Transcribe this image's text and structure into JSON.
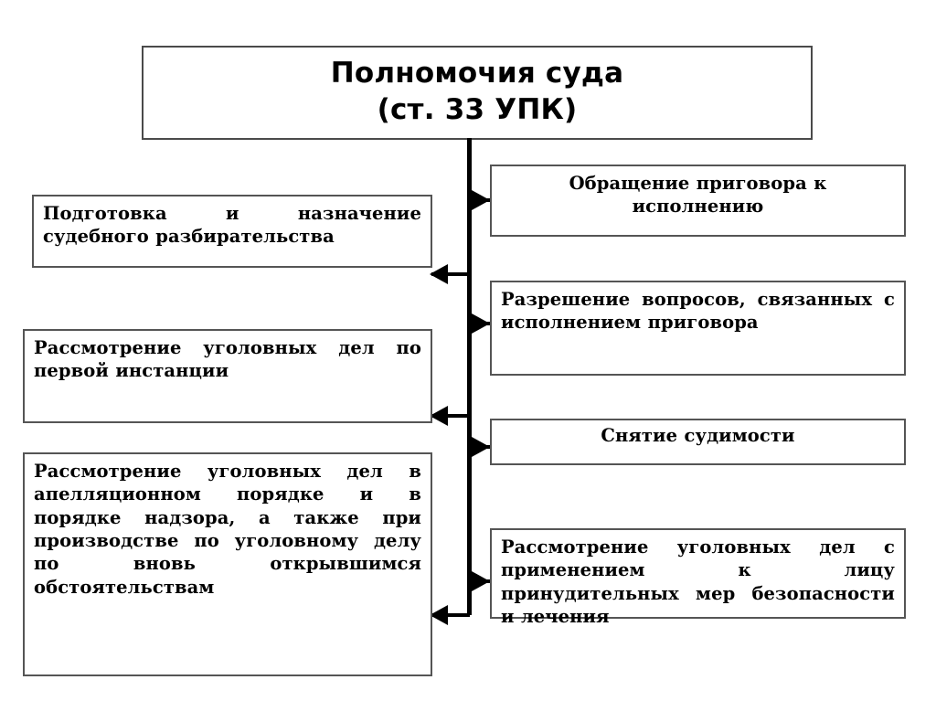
{
  "diagram": {
    "title": {
      "line1": "Полномочия суда",
      "line2": "(ст. 33 УПК)"
    },
    "left_boxes": [
      {
        "text": "Подготовка и назначение судебного разбирательства",
        "align": "justify"
      },
      {
        "text": "Рассмотрение уголовных дел по первой инстанции",
        "align": "justify"
      },
      {
        "text": "Рассмотрение уголовных дел в апелляционном порядке и в порядке надзора, а также при производстве по уголовному делу по вновь открывшимся обстоятельствам",
        "align": "justify"
      }
    ],
    "right_boxes": [
      {
        "text": "Обращение приговора к исполнению",
        "align": "center"
      },
      {
        "text": "Разрешение вопросов, связанных с исполнением приговора",
        "align": "justify"
      },
      {
        "text": "Снятие судимости",
        "align": "center"
      },
      {
        "text": "Рассмотрение уголовных дел с применением к лицу принудительных мер безопасности и лечения",
        "align": "justify"
      }
    ],
    "colors": {
      "background": "#ffffff",
      "box_border": "#555555",
      "connector": "#000000",
      "text": "#000000"
    }
  }
}
